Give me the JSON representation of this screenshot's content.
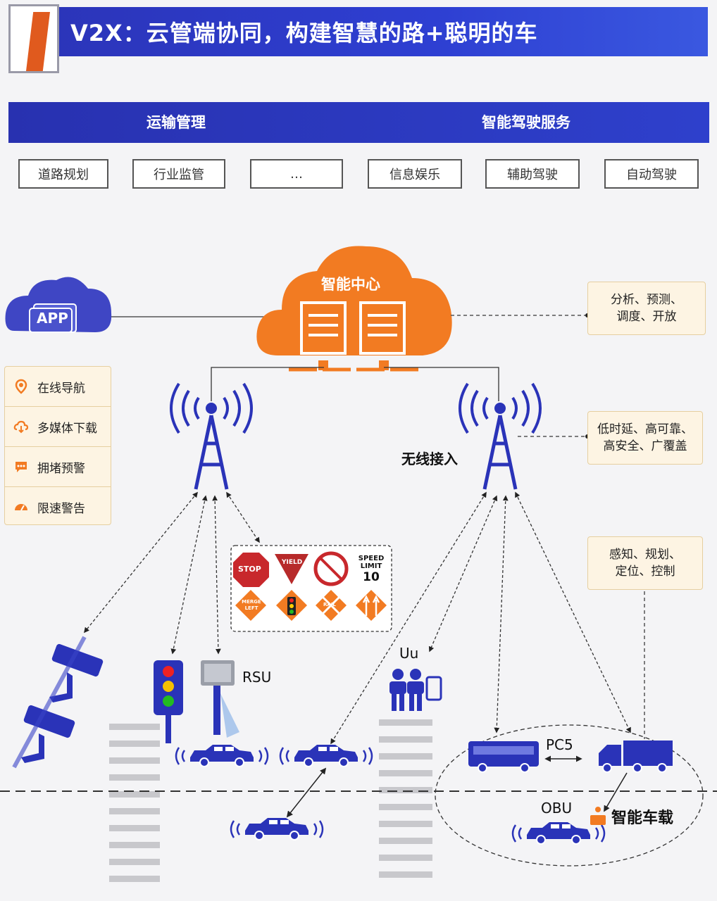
{
  "title": "V2X：云管端协同，构建智慧的路+聪明的车",
  "band": {
    "left": "运输管理",
    "right": "智能驾驶服务"
  },
  "services": [
    "道路规划",
    "行业监管",
    "…",
    "信息娱乐",
    "辅助驾驶",
    "自动驾驶"
  ],
  "cloud": {
    "center_label": "智能中心",
    "app_label": "APP"
  },
  "side_panel": [
    {
      "label": "在线导航",
      "icon": "location-pin-icon"
    },
    {
      "label": "多媒体下载",
      "icon": "cloud-download-icon"
    },
    {
      "label": "拥堵预警",
      "icon": "chat-bubble-icon"
    },
    {
      "label": "限速警告",
      "icon": "speedometer-icon"
    }
  ],
  "notes": {
    "cloud": "分析、预测、\n调度、开放",
    "network": "低时延、高可靠、\n高安全、广覆盖",
    "vehicle": "感知、规划、\n定位、控制"
  },
  "labels": {
    "wireless": "无线接入",
    "rsu": "RSU",
    "uu": "Uu",
    "pc5": "PC5",
    "obu": "OBU",
    "onboard": "智能车载"
  },
  "signs": {
    "stop": "STOP",
    "yield": "YIELD",
    "speed_limit_line1": "SPEED",
    "speed_limit_line2": "LIMIT",
    "speed_limit_value": "10",
    "merge": "MERGE\nLEFT",
    "rail": "RAIL"
  },
  "colors": {
    "blue": "#2a33b8",
    "orange": "#f07a22",
    "note_bg": "#fdf4e3"
  }
}
